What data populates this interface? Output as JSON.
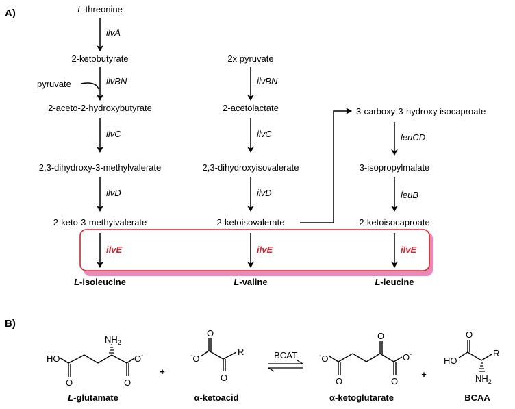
{
  "panel_a": {
    "label": "A)",
    "col1": {
      "start": "threonine",
      "start_prefix": "L",
      "e1": "ilvA",
      "m1": "2-ketobutyrate",
      "side": "pyruvate",
      "e2": "ilvBN",
      "m2": "2-aceto-2-hydroxybutyrate",
      "e3": "ilvC",
      "m3": "2,3-dihydroxy-3-methylvalerate",
      "e4": "ilvD",
      "m4": "2-keto-3-methylvalerate",
      "e5": "ilvE",
      "product_prefix": "L",
      "product": "-isoleucine"
    },
    "col2": {
      "start": "2x pyruvate",
      "e1": "ilvBN",
      "m1": "2-acetolactate",
      "e2": "ilvC",
      "m2": "2,3-dihydroxyisovalerate",
      "e3": "ilvD",
      "m3": "2-ketoisovalerate",
      "e4": "ilvE",
      "product_prefix": "L",
      "product": "-valine"
    },
    "col3": {
      "m1": "3-carboxy-3-hydroxy isocaproate",
      "e1": "leuCD",
      "m2": "3-isopropylmalate",
      "e2": "leuB",
      "m3": "2-ketoisocaproate",
      "e3": "ilvE",
      "product_prefix": "L",
      "product": "-leucine"
    },
    "highlight_color": "#e0202a",
    "shadow_color": "#e889b8"
  },
  "panel_b": {
    "label": "B)",
    "glutamate": {
      "name_prefix": "L",
      "name": "-glutamate",
      "ho": "HO",
      "nh2": "NH",
      "nh2_sub": "2",
      "o": "O",
      "o_minus": "O",
      "minus": "-"
    },
    "plus1": "+",
    "ketoacid": {
      "name_prefix": "α",
      "name": "-ketoacid",
      "r": "R",
      "o": "O",
      "o_minus": "O",
      "minus": "-"
    },
    "enzyme": "BCAT",
    "ketoglutarate": {
      "name_prefix": "α",
      "name": "-ketoglutarate",
      "o": "O",
      "o_minus": "O",
      "minus": "-"
    },
    "plus2": "+",
    "bcaa": {
      "name": "BCAA",
      "ho": "HO",
      "r": "R",
      "o": "O",
      "nh2": "NH",
      "nh2_sub": "2"
    }
  }
}
